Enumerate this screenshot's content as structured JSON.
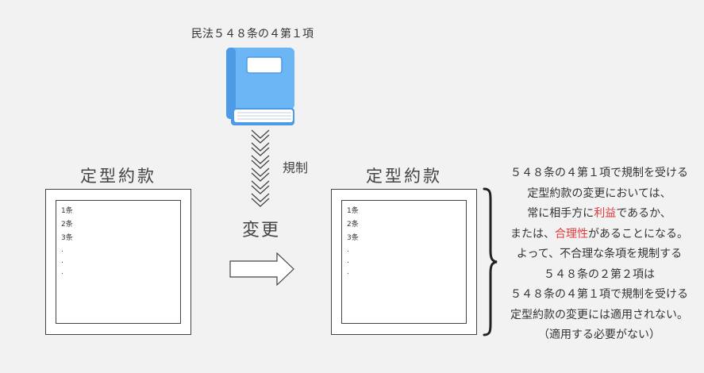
{
  "book": {
    "title": "民法５４８条の４第１項"
  },
  "regulation_label": "規制",
  "change_label": "変更",
  "left_doc": {
    "title": "定型約款",
    "lines": [
      "1条",
      "2条",
      "3条",
      ".",
      ".",
      "."
    ]
  },
  "right_doc": {
    "title": "定型約款",
    "lines": [
      "1条",
      "2条",
      "3条",
      ".",
      ".",
      "."
    ]
  },
  "explanation": {
    "line1": "５４８条の４第１項で規制を受ける",
    "line2": "定型約款の変更においては、",
    "line3_pre": "常に相手方に",
    "line3_hl": "利益",
    "line3_post": "であるか、",
    "line4_pre": "または、",
    "line4_hl": "合理性",
    "line4_post": "があることになる。",
    "line5": "よって、不合理な条項を規制する",
    "line6": "５４８条の２第２項は",
    "line7": "５４８条の４第１項で規制を受ける",
    "line8": "定型約款の変更には適用されない。",
    "line9": "（適用する必要がない）"
  },
  "colors": {
    "book_cover": "#6db6f5",
    "book_spine": "#4d9be6",
    "highlight": "#e23a3a"
  }
}
